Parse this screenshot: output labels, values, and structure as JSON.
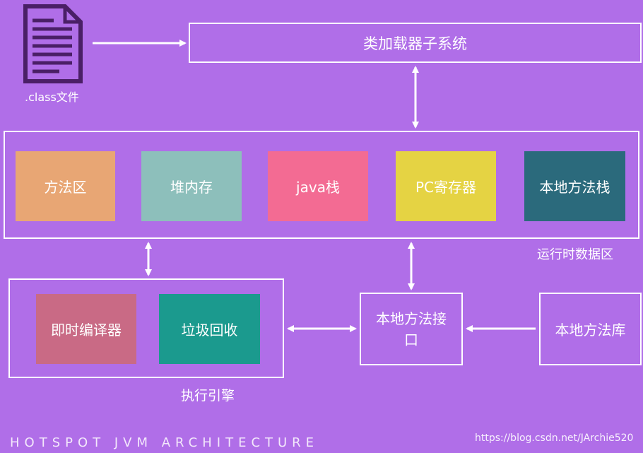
{
  "file": {
    "label": ".class文件"
  },
  "class_loader": {
    "label": "类加载器子系统"
  },
  "runtime_area": {
    "label": "运行时数据区",
    "blocks": [
      {
        "label": "方法区",
        "color": "#e8a674"
      },
      {
        "label": "堆内存",
        "color": "#8dbfbb"
      },
      {
        "label": "java栈",
        "color": "#f36b93"
      },
      {
        "label": "PC寄存器",
        "color": "#e5d343"
      },
      {
        "label": "本地方法栈",
        "color": "#2b6a7c"
      }
    ]
  },
  "execution_engine": {
    "label": "执行引擎",
    "blocks": [
      {
        "label": "即时编译器",
        "color": "#c96a85"
      },
      {
        "label": "垃圾回收",
        "color": "#1b9a8e"
      }
    ]
  },
  "native_interface": {
    "label": "本地方法接\n口"
  },
  "native_library": {
    "label": "本地方法库"
  },
  "footer": {
    "text": "HOTSPOT JVM ARCHITECTURE"
  },
  "watermark": {
    "text": "https://blog.csdn.net/JArchie520"
  },
  "colors": {
    "background": "#b06ee8",
    "line": "#ffffff",
    "file_icon": "#4a1f66"
  }
}
